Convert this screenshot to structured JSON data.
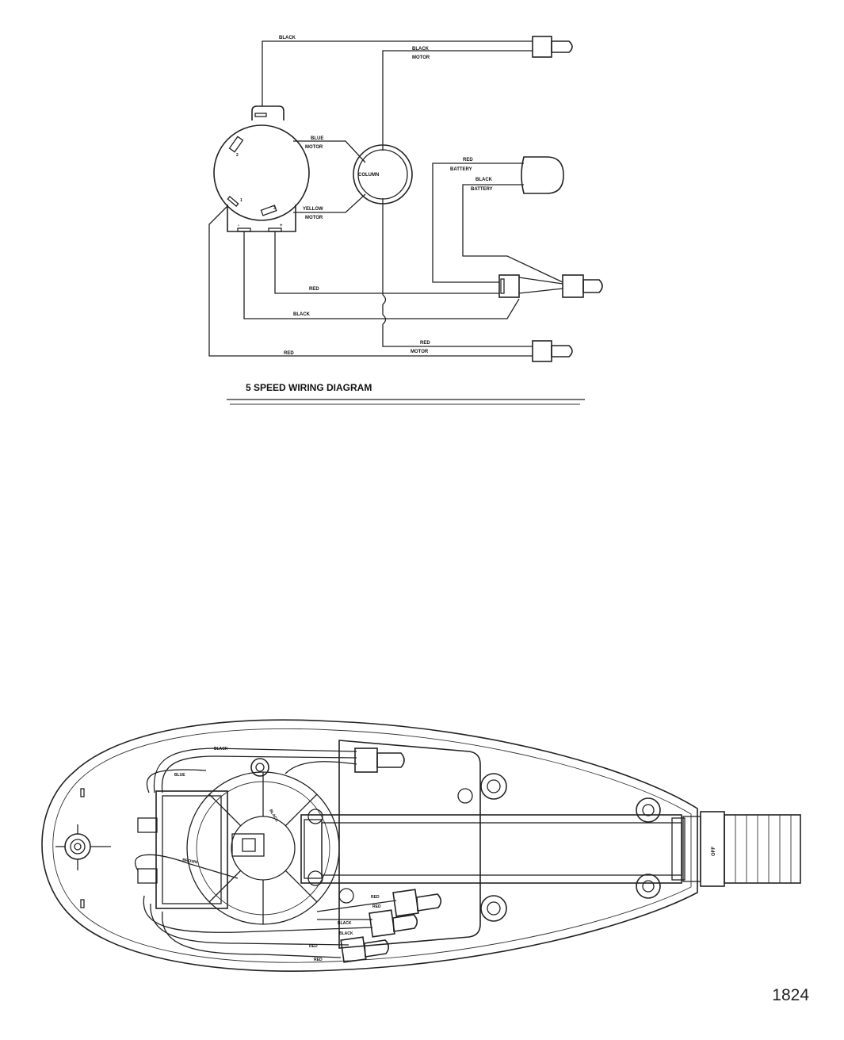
{
  "title": "5 SPEED WIRING DIAGRAM",
  "page_number": "1824",
  "wiring": {
    "black_top": "BLACK",
    "black_motor_1": "BLACK",
    "black_motor_2": "MOTOR",
    "blue_motor_1": "BLUE",
    "blue_motor_2": "MOTOR",
    "column": "COLUMN",
    "yellow_motor_1": "YELLOW",
    "yellow_motor_2": "MOTOR",
    "red_battery_1": "RED",
    "red_battery_2": "BATTERY",
    "black_battery_1": "BLACK",
    "black_battery_2": "BATTERY",
    "red_mid": "RED",
    "black_mid": "BLACK",
    "red_motor_1": "RED",
    "red_motor_2": "MOTOR",
    "red_bottom": "RED",
    "pos_2": "2",
    "pos_1": "1",
    "pos_3": "3",
    "minus": "-",
    "plus": "+"
  },
  "assembly": {
    "black_top": "BLACK",
    "blue": "BLUE",
    "black_diag": "BLACK",
    "brown": "BROWN",
    "red_1": "RED",
    "red_2": "RED",
    "black_1": "BLACK",
    "black_2": "BLACK",
    "red_3": "RED",
    "red_4": "RED",
    "off": "OFF"
  }
}
